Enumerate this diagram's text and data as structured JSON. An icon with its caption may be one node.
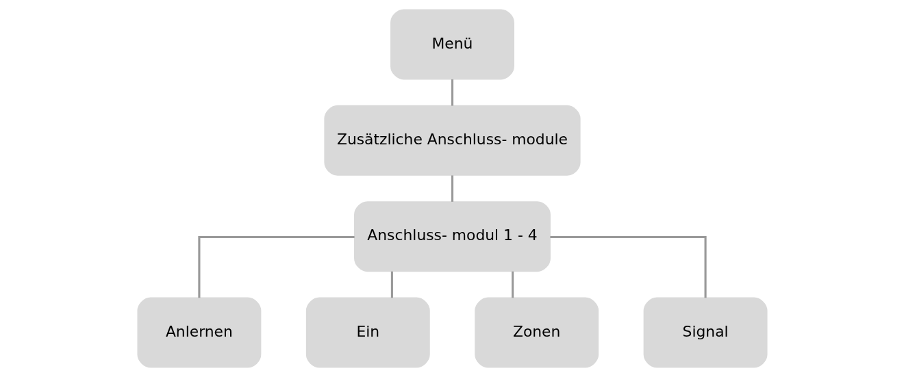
{
  "diagram": {
    "nodes": [
      {
        "text": [
          "Menü"
        ]
      },
      {
        "text": [
          "Zusätzliche Anschluss- module"
        ]
      },
      {
        "text": [
          "Anschluss- modul 1 - 4"
        ]
      },
      {
        "text": [
          "Anlernen"
        ]
      },
      {
        "text": [
          "Ein"
        ]
      },
      {
        "text": [
          "Zonen"
        ]
      },
      {
        "text": [
          "Signal"
        ]
      }
    ],
    "edges": [
      {
        "from": 0,
        "to": 1,
        "arrow": "none"
      },
      {
        "from": 1,
        "to": 2,
        "arrow": "none"
      },
      {
        "from": 2,
        "to": 3,
        "arrow": "none"
      },
      {
        "from": 2,
        "to": 4,
        "arrow": "none"
      },
      {
        "from": 2,
        "to": 5,
        "arrow": "none"
      },
      {
        "from": 2,
        "to": 6,
        "arrow": "none"
      }
    ]
  }
}
